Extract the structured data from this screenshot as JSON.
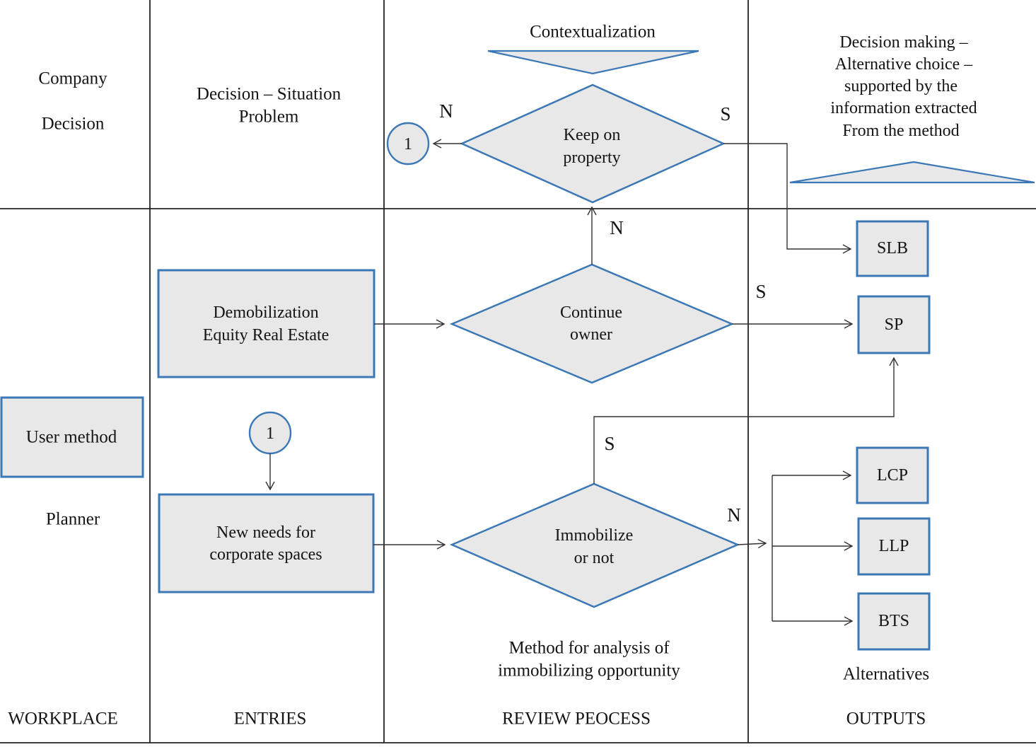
{
  "colors": {
    "shape_border": "#3b78b5",
    "shape_fill": "#e8e8e8",
    "line_color": "#333333"
  },
  "lane_labels": {
    "workplace": "WORKPLACE",
    "entries": "ENTRIES",
    "review_process": "REVIEW PEOCESS",
    "outputs": "OUTPUTS"
  },
  "annotations": {
    "company_line1": "Company",
    "company_line2": "Decision",
    "decision_situation_line1": "Decision – Situation",
    "decision_situation_line2": "Problem",
    "contextualization": "Contextualization",
    "decision_making_line1": "Decision making –",
    "decision_making_line2": "Alternative choice –",
    "decision_making_line3": "supported by the",
    "decision_making_line4": "information extracted",
    "decision_making_line5": "From the method",
    "planner": "Planner",
    "method_line1": "Method for analysis of",
    "method_line2": "immobilizing opportunity",
    "alternatives": "Alternatives"
  },
  "nodes": {
    "keep_on_property_line1": "Keep on",
    "keep_on_property_line2": "property",
    "continue_owner_line1": "Continue",
    "continue_owner_line2": "owner",
    "immobilize_line1": "Immobilize",
    "immobilize_line2": "or not",
    "demobilization_line1": "Demobilization",
    "demobilization_line2": "Equity Real Estate",
    "new_needs_line1": "New needs for",
    "new_needs_line2": "corporate spaces",
    "user_method": "User method",
    "connector_top": "1",
    "connector_mid": "1",
    "slb": "SLB",
    "sp": "SP",
    "lcp": "LCP",
    "llp": "LLP",
    "bts": "BTS"
  },
  "edge_labels": {
    "keep_no": "N",
    "keep_yes": "S",
    "continue_no": "N",
    "continue_yes": "S",
    "immobilize_yes": "S",
    "immobilize_no": "N"
  }
}
